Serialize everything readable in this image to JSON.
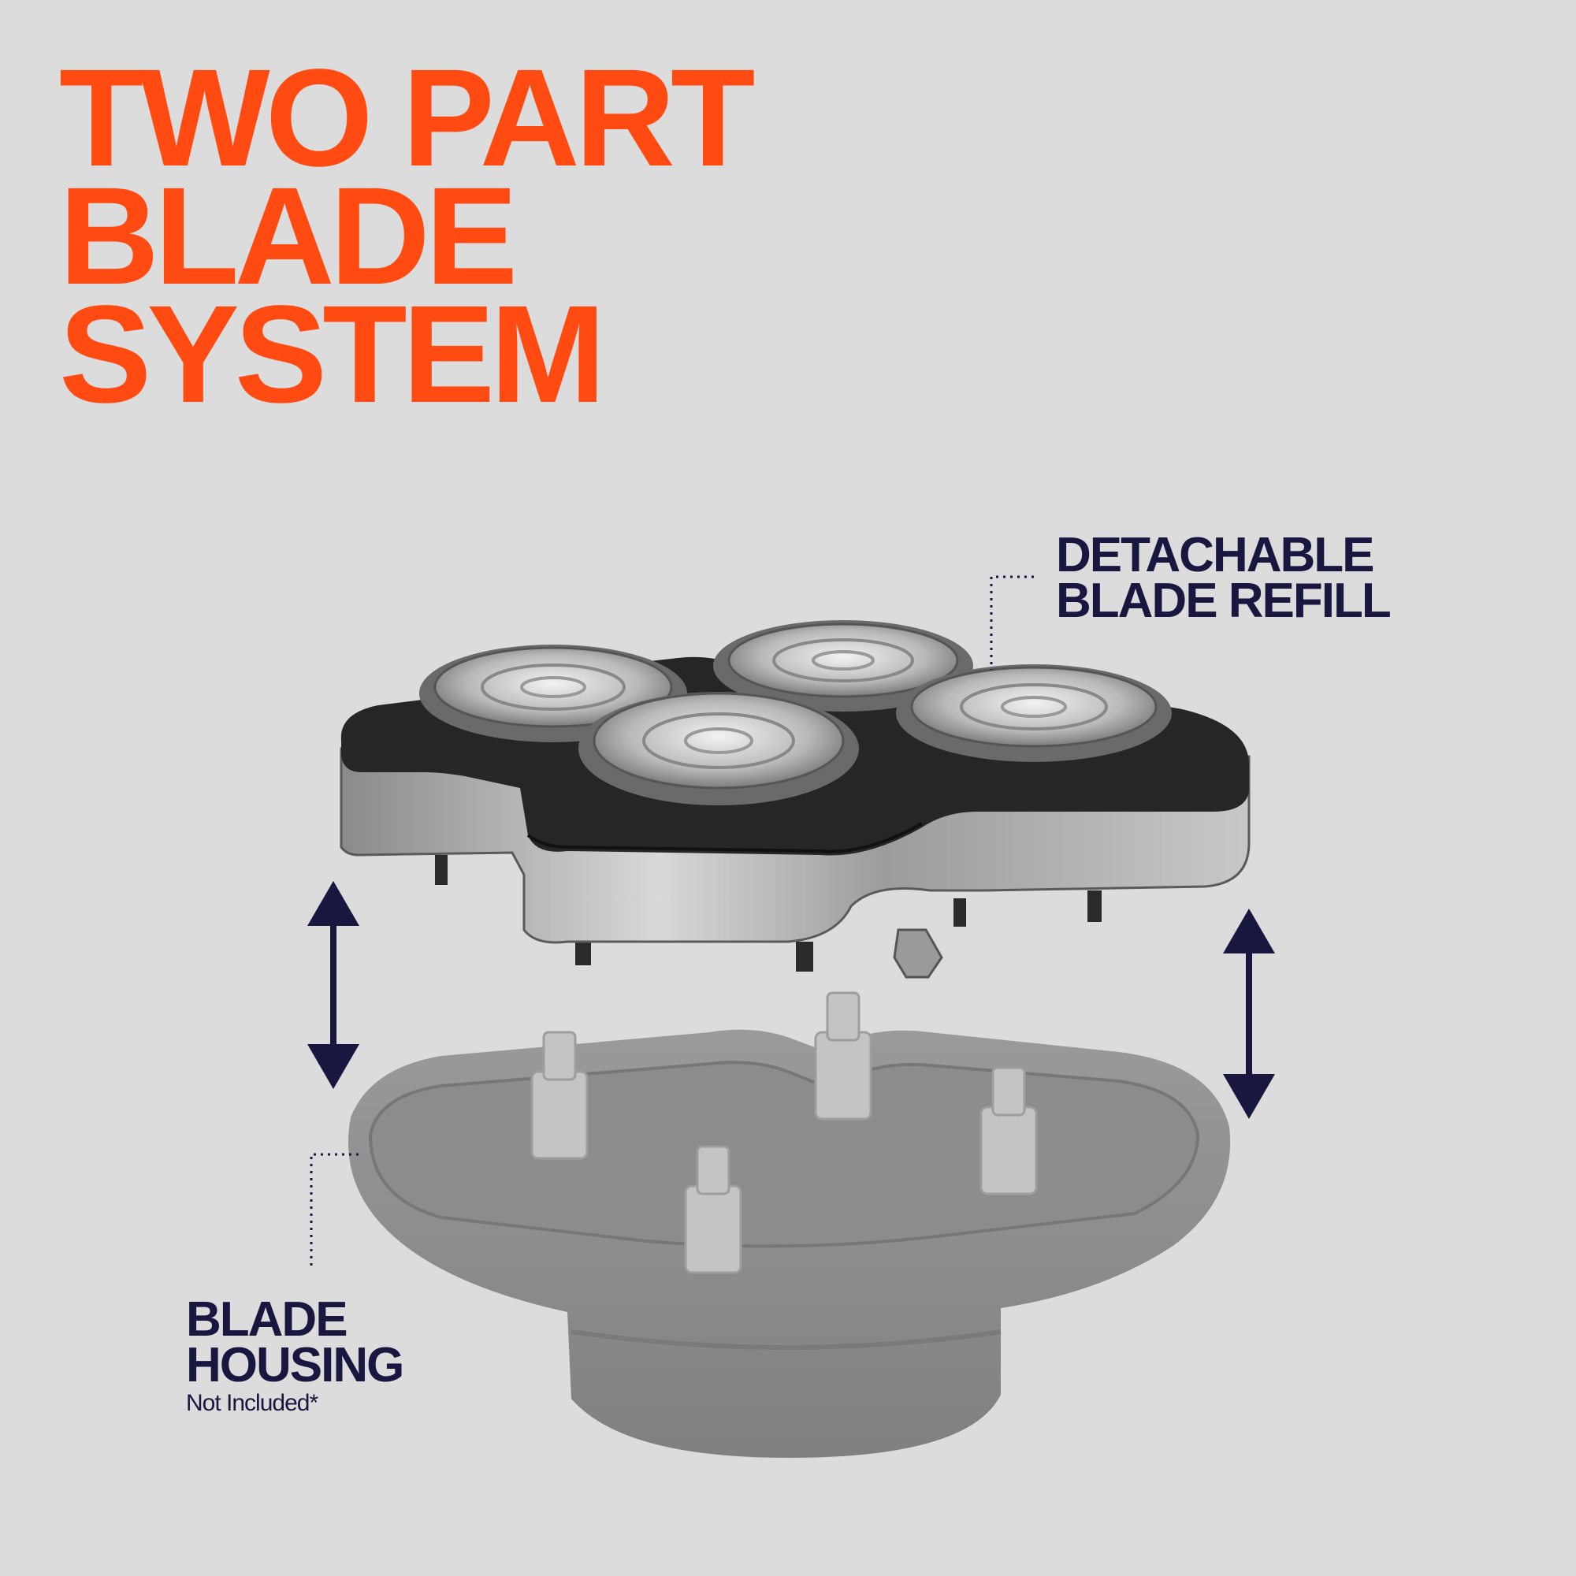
{
  "headline": {
    "lines": [
      "TWO PART",
      "BLADE",
      "SYSTEM"
    ]
  },
  "callouts": {
    "refill": {
      "lines": [
        "DETACHABLE",
        "BLADE REFILL"
      ]
    },
    "housing": {
      "lines": [
        "BLADE",
        "HOUSING"
      ],
      "note": "Not Included*"
    }
  },
  "colors": {
    "headline": "#ff4a12",
    "label": "#17173f",
    "background": "#dcdcdc"
  },
  "icons": [
    "up-down-arrow-icon",
    "up-down-arrow-icon"
  ]
}
